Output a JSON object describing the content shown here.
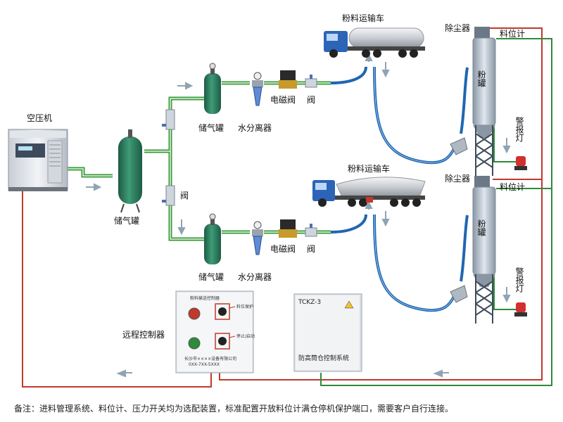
{
  "labels": {
    "compressor": "空压机",
    "main_tank": "储气罐",
    "tank_upper": "储气罐",
    "tank_lower": "储气罐",
    "separator_upper": "水分离器",
    "separator_lower": "水分离器",
    "solenoid_upper": "电磁阀",
    "solenoid_lower": "电磁阀",
    "valve_upper": "阀",
    "valve_lower": "阀",
    "valve_branch": "阀",
    "truck_upper": "粉料运输车",
    "truck_lower": "粉料运输车",
    "dust_collector_upper": "除尘器",
    "dust_collector_lower": "除尘器",
    "level_gauge_upper": "料位计",
    "level_gauge_lower": "料位计",
    "silo_upper": "粉罐",
    "silo_lower": "粉罐",
    "alarm_upper": "警报灯",
    "alarm_lower": "警报灯",
    "remote_controller": "远程控制器"
  },
  "remote_panel": {
    "title": "粉料输送控制器",
    "callout_top": "料位保护",
    "callout_bottom": "停止/启动",
    "footer_company": "长沙市××××设备有限公司",
    "footer_phone": "0XX-7XX-5XXX"
  },
  "control_box": {
    "model": "TCKZ-3",
    "name": "防高筒仓控制系统"
  },
  "footnote": "备注：进料管理系统、料位计、压力开关均为选配装置，标准配置开放料位计满仓停机保护端口，需要客户自行连接。",
  "colors": {
    "air_pipe": "#3a9a3a",
    "signal_red": "#c0392b",
    "signal_green": "#2e8b3a",
    "hose_blue": "#2166b0",
    "tank_green": "#2f7a5e"
  }
}
